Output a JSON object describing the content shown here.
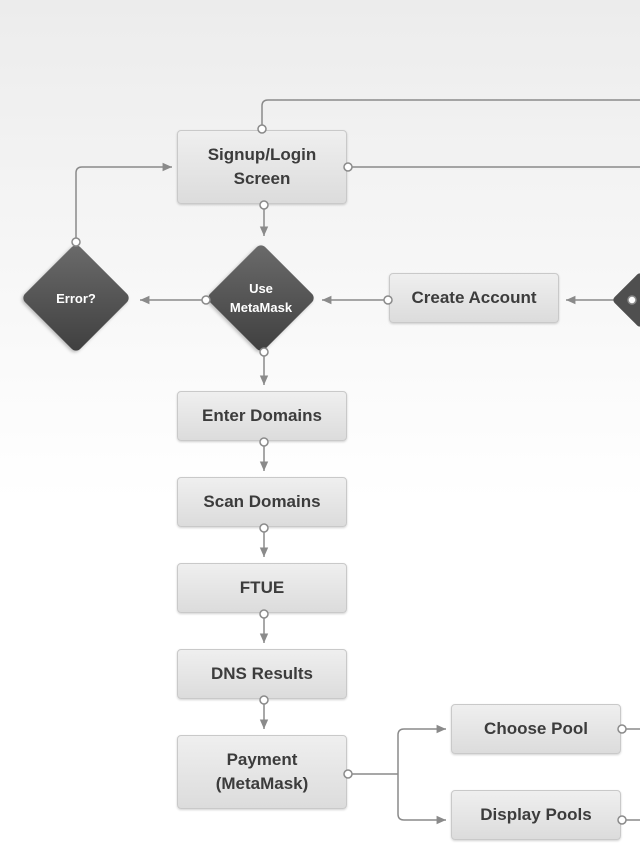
{
  "nodes": {
    "signup_login": "Signup/Login\nScreen",
    "use_metamask": "Use\nMetaMask",
    "error": "Error?",
    "create_account": "Create Account",
    "enter_domains": "Enter Domains",
    "scan_domains": "Scan Domains",
    "ftue": "FTUE",
    "dns_results": "DNS Results",
    "payment": "Payment\n(MetaMask)",
    "choose_pool": "Choose Pool",
    "display_pools": "Display Pools"
  },
  "edges": [
    {
      "from": "signup_login",
      "to": "use_metamask"
    },
    {
      "from": "create_account",
      "to": "use_metamask"
    },
    {
      "from": "use_metamask",
      "to": "error"
    },
    {
      "from": "error",
      "to": "signup_login"
    },
    {
      "from": "use_metamask",
      "to": "enter_domains"
    },
    {
      "from": "enter_domains",
      "to": "scan_domains"
    },
    {
      "from": "scan_domains",
      "to": "ftue"
    },
    {
      "from": "ftue",
      "to": "dns_results"
    },
    {
      "from": "dns_results",
      "to": "payment"
    },
    {
      "from": "payment",
      "to": "choose_pool"
    },
    {
      "from": "payment",
      "to": "display_pools"
    }
  ],
  "colors": {
    "line": "#8a8a8a",
    "box_text": "#3c3c3c",
    "diamond_fill": "#4f4f4f",
    "diamond_text": "#ffffff"
  }
}
